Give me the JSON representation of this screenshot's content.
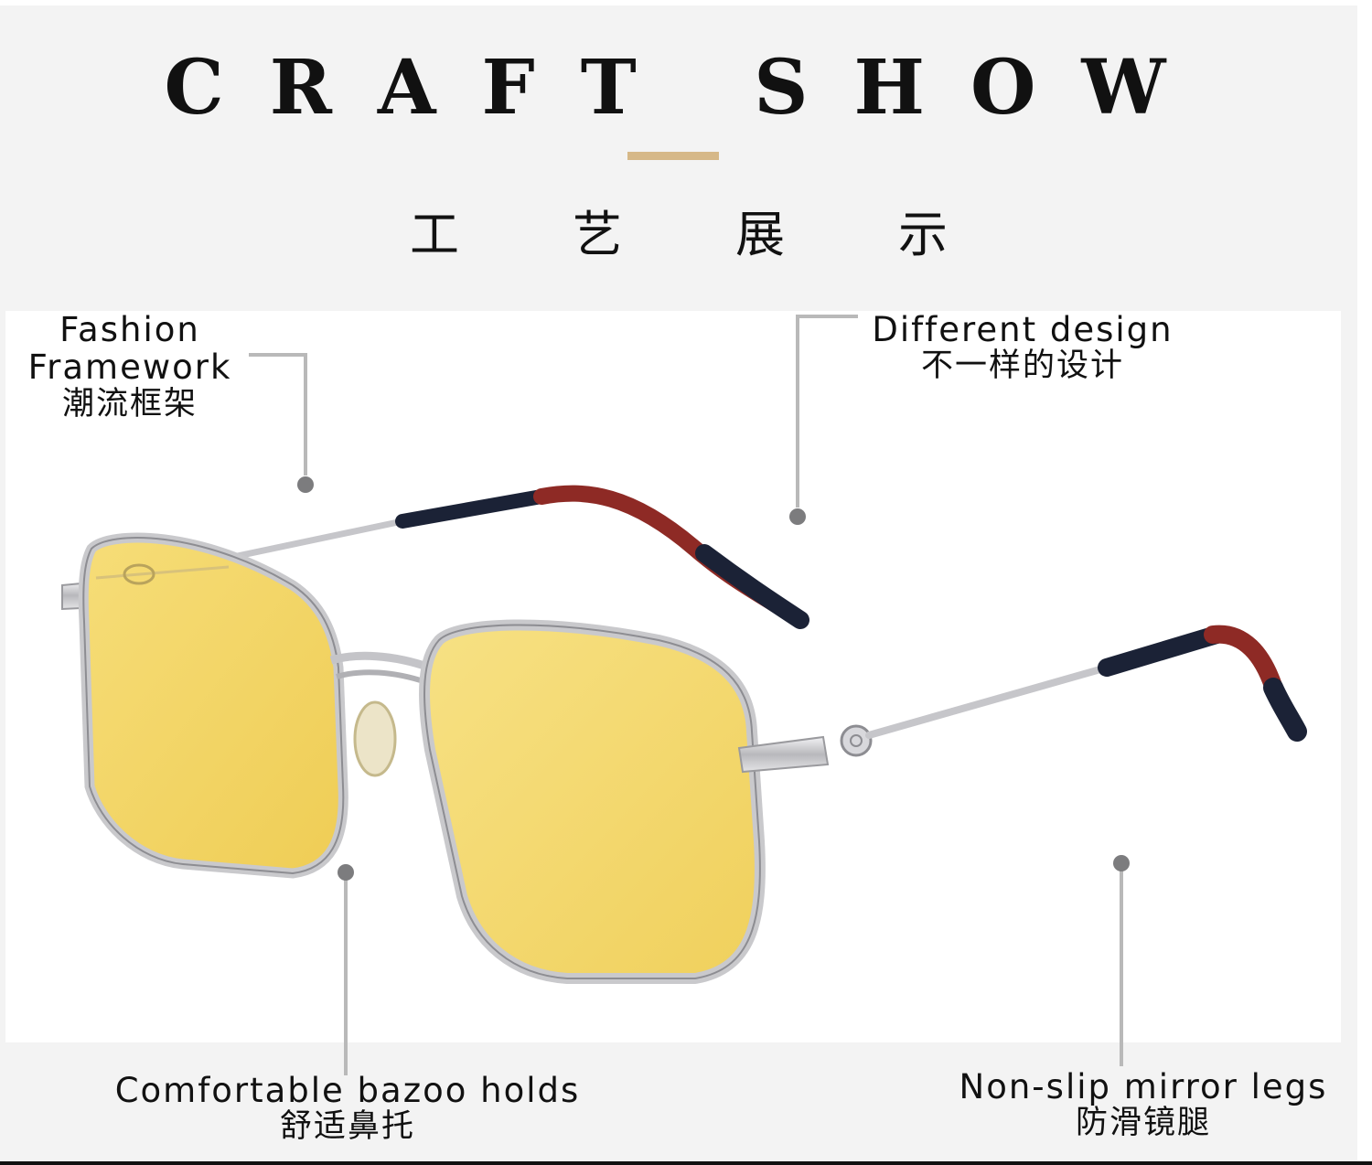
{
  "header": {
    "title": "CRAFT SHOW",
    "subtitle": "工艺展示"
  },
  "callouts": {
    "fashion_en": "Fashion Framework",
    "fashion_cn": "潮流框架",
    "different_en": "Different design",
    "different_cn": "不一样的设计",
    "bazoo_en": "Comfortable bazoo holds",
    "bazoo_cn": "舒适鼻托",
    "nonslip_en": "Non-slip mirror legs",
    "nonslip_cn": "防滑镜腿"
  },
  "colors": {
    "accent_gold": "#d6b888",
    "lens_yellow": "#f3d35e",
    "frame_silver": "#c9c9cc",
    "temple_tip_navy": "#1b2236",
    "temple_tip_red": "#8e2a25",
    "callout_gray": "#b9b9b9"
  }
}
